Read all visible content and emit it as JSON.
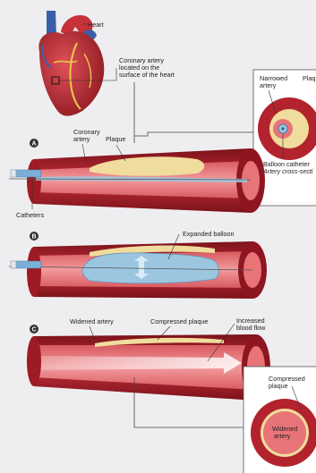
{
  "labels": {
    "heart": "Heart",
    "coronary_location": [
      "Coronary artery",
      "located on the",
      "surface of the heart"
    ],
    "coronary_artery": [
      "Coronary",
      "artery"
    ],
    "plaque": "Plaque",
    "catheters": "Catheters",
    "expanded_balloon": "Expanded balloon",
    "widened_artery": "Widened artery",
    "compressed_plaque": "Compressed plaque",
    "increased_flow": [
      "Increased",
      "blood flow"
    ]
  },
  "inset_top": {
    "narrowed_artery": [
      "Narrowed",
      "artery"
    ],
    "plaque_clipped": "Plaq",
    "balloon_catheter": "Balloon catheter",
    "cross_section": "Artery cross-secti"
  },
  "inset_bottom": {
    "compressed_plaque": [
      "Compressed",
      "plaque"
    ],
    "widened_artery": [
      "Widened",
      "artery"
    ]
  },
  "steps": [
    "A",
    "B",
    "C"
  ],
  "colors": {
    "artery_wall": "#b3232d",
    "artery_inner": "#8e1620",
    "lumen": "#e87478",
    "plaque": "#f0dc9c",
    "balloon": "#9cc6e0",
    "flow": "#f6d6d6",
    "badge": "#333333",
    "heart": "#c8303a"
  }
}
